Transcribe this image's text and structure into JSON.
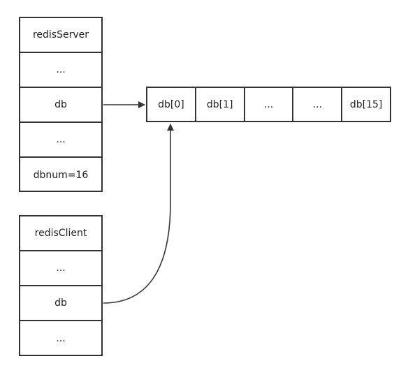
{
  "server_struct": {
    "cells": [
      "redisServer",
      "...",
      "db",
      "...",
      "dbnum=16"
    ]
  },
  "client_struct": {
    "cells": [
      "redisClient",
      "...",
      "db",
      "..."
    ]
  },
  "db_array": {
    "slots": [
      "db[0]",
      "db[1]",
      "...",
      "...",
      "db[15]"
    ]
  },
  "colors": {
    "stroke": "#333333",
    "fill": "#ffffff"
  }
}
